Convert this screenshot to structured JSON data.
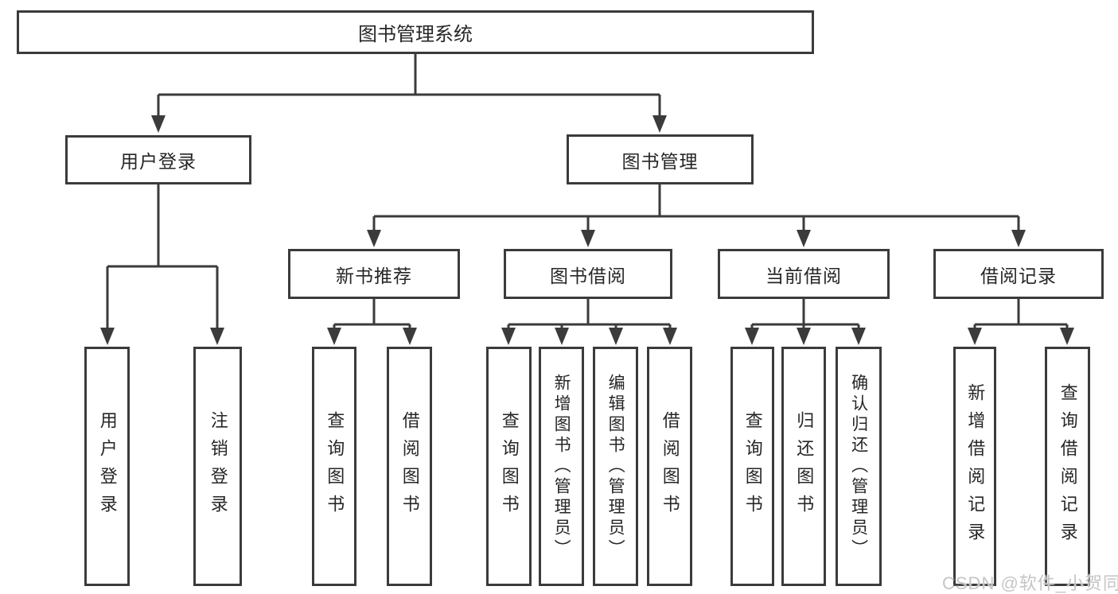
{
  "nodes": {
    "root": "图书管理系统",
    "userLogin": "用户登录",
    "bookManagement": "图书管理",
    "newBookRecommend": "新书推荐",
    "bookBorrowing": "图书借阅",
    "currentBorrowing": "当前借阅",
    "borrowingRecords": "借阅记录",
    "leafUserLogin": "用户登录",
    "leafLogout": "注销登录",
    "leafQueryBooks1": "查询图书",
    "leafBorrowBooks1": "借阅图书",
    "leafQueryBooks2": "查询图书",
    "leafAddBooksAdmin": "新增图书（管理员）",
    "leafEditBooksAdmin": "编辑图书（管理员）",
    "leafBorrowBooks2": "借阅图书",
    "leafQueryBooks3": "查询图书",
    "leafReturnBooks": "归还图书",
    "leafConfirmReturnAdmin": "确认归还（管理员）",
    "leafAddBorrowRecord": "新增借阅记录",
    "leafQueryBorrowRecord": "查询借阅记录"
  },
  "watermark": "CSDN @软件_小贺同学",
  "colors": {
    "line": "#3b3b3b",
    "text": "#262626",
    "watermark": "#c5c5c5",
    "background": "#ffffff"
  }
}
